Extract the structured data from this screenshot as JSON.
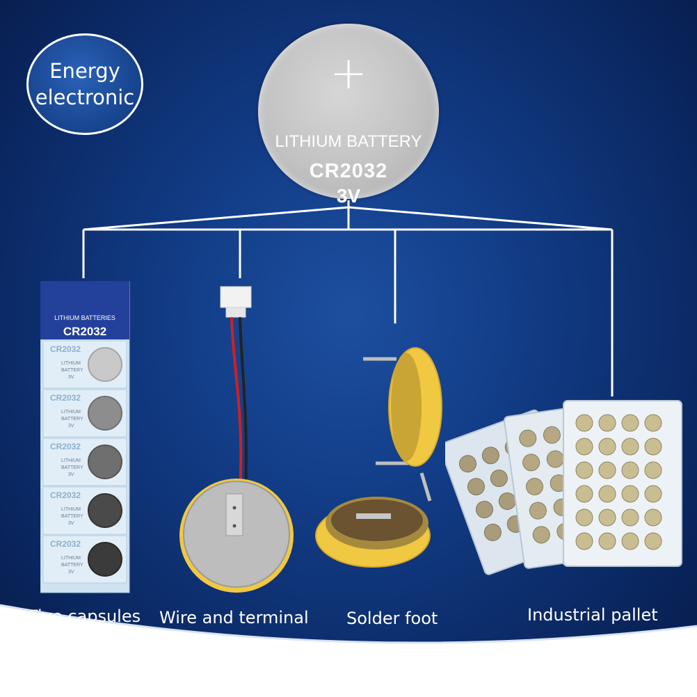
{
  "badge": {
    "line1": "Energy",
    "line2": "electronic"
  },
  "hero": {
    "symbol": "+",
    "line1": "LITHIUM BATTERY",
    "line2": "CR2032",
    "line3": "3V"
  },
  "pack": {
    "header_small": "LITHIUM BATTERIES",
    "header_big": "CR2032",
    "cell_model": "CR2032",
    "cell_line1": "LITHIUM",
    "cell_line2": "BATTERY",
    "cell_line3": "3V"
  },
  "captions": [
    {
      "label": "Five capsules"
    },
    {
      "label": "Wire and terminal"
    },
    {
      "label": "Solder foot"
    },
    {
      "label": "Industrial pallet"
    }
  ],
  "colors": {
    "background": "#123c86",
    "hero_silver": "#c2c2c2",
    "holder_yellow": "#f0c842",
    "white": "#ffffff"
  }
}
